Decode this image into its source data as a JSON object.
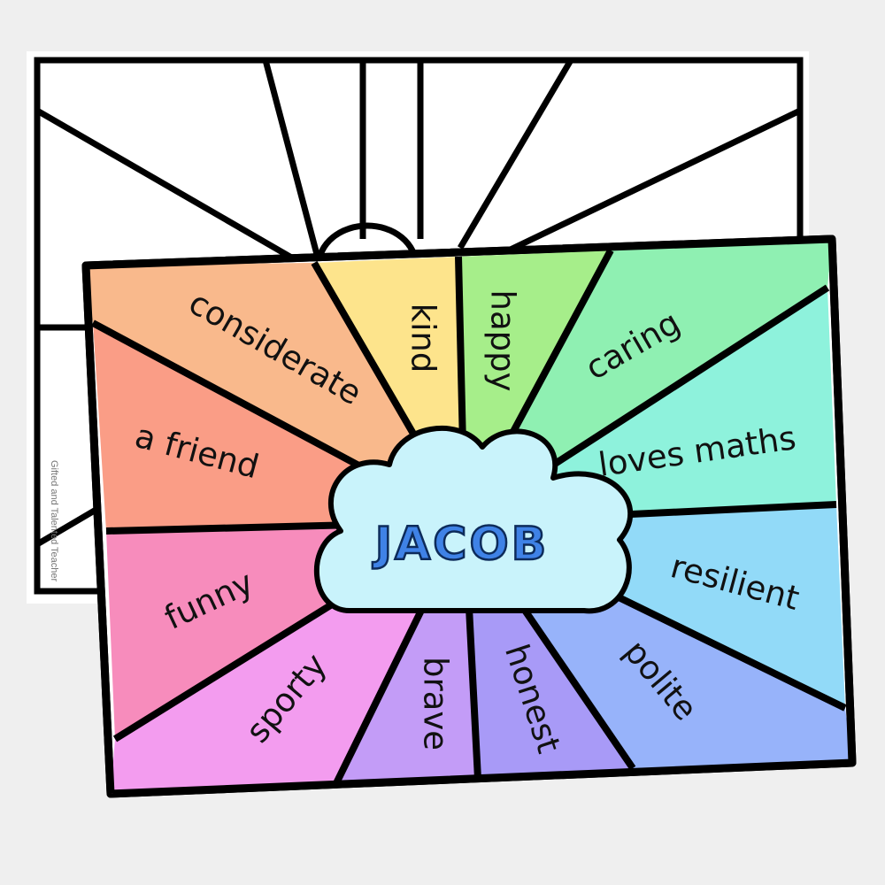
{
  "worksheet": {
    "name": "JACOB",
    "watermark": "Gifted and Talented Teacher",
    "words": [
      {
        "text": "considerate",
        "color": "#f9b98c"
      },
      {
        "text": "kind",
        "color": "#fde48c"
      },
      {
        "text": "happy",
        "color": "#a6ee8a"
      },
      {
        "text": "caring",
        "color": "#8ff0b2"
      },
      {
        "text": "loves maths",
        "color": "#8ef2dc"
      },
      {
        "text": "resilient",
        "color": "#92daf8"
      },
      {
        "text": "polite",
        "color": "#97b3fa"
      },
      {
        "text": "honest",
        "color": "#a89af7"
      },
      {
        "text": "brave",
        "color": "#c39cf7"
      },
      {
        "text": "sporty",
        "color": "#f39cef"
      },
      {
        "text": "funny",
        "color": "#f78cbc"
      },
      {
        "text": "a friend",
        "color": "#fa9d86"
      }
    ],
    "cloud_color": "#c9f3fb",
    "name_color": "#3f82e6"
  }
}
